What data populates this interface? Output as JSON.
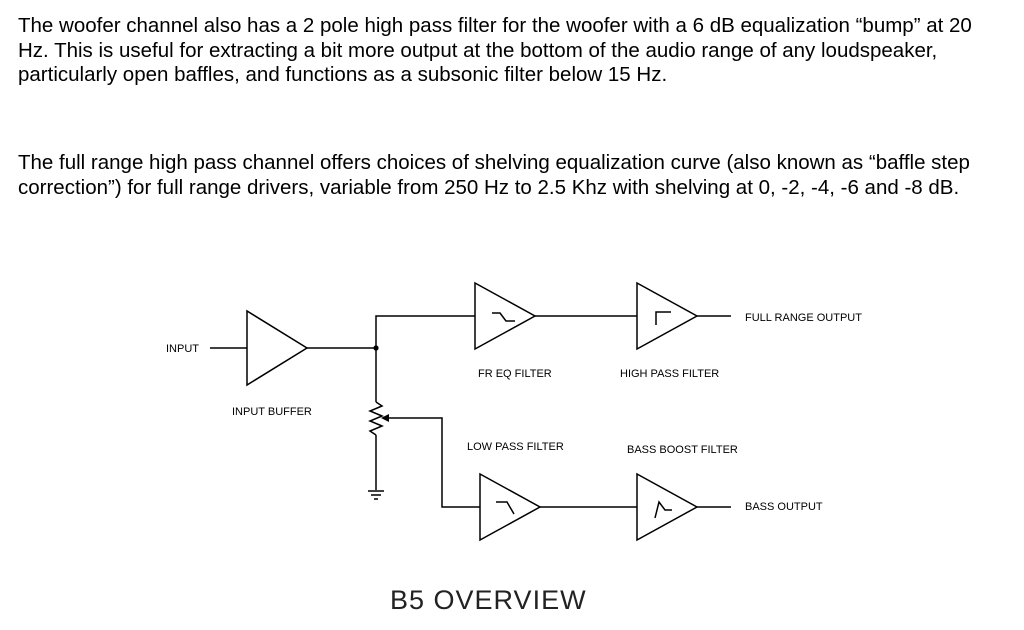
{
  "text": {
    "paragraph1": "The woofer channel also has a 2 pole high pass filter for the woofer with a 6 dB equalization “bump” at 20 Hz.  This is useful for extracting a bit more output at the bottom of the audio range of any loudspeaker, particularly open baffles, and functions as a subsonic filter below 15 Hz.",
    "paragraph2": "The full range high pass channel offers choices of shelving equalization curve (also known as “baffle step correction”) for full range drivers, variable from 250 Hz to 2.5 Khz with shelving at 0, -2, -4, -6 and -8 dB."
  },
  "diagram": {
    "labels": {
      "input": "INPUT",
      "input_buffer": "INPUT BUFFER",
      "fr_eq_filter": "FR EQ FILTER",
      "high_pass_filter": "HIGH PASS FILTER",
      "low_pass_filter": "LOW PASS FILTER",
      "bass_boost_filter": "BASS BOOST FILTER",
      "full_range_output": "FULL RANGE OUTPUT",
      "bass_output": "BASS OUTPUT"
    },
    "title": "B5 OVERVIEW"
  }
}
